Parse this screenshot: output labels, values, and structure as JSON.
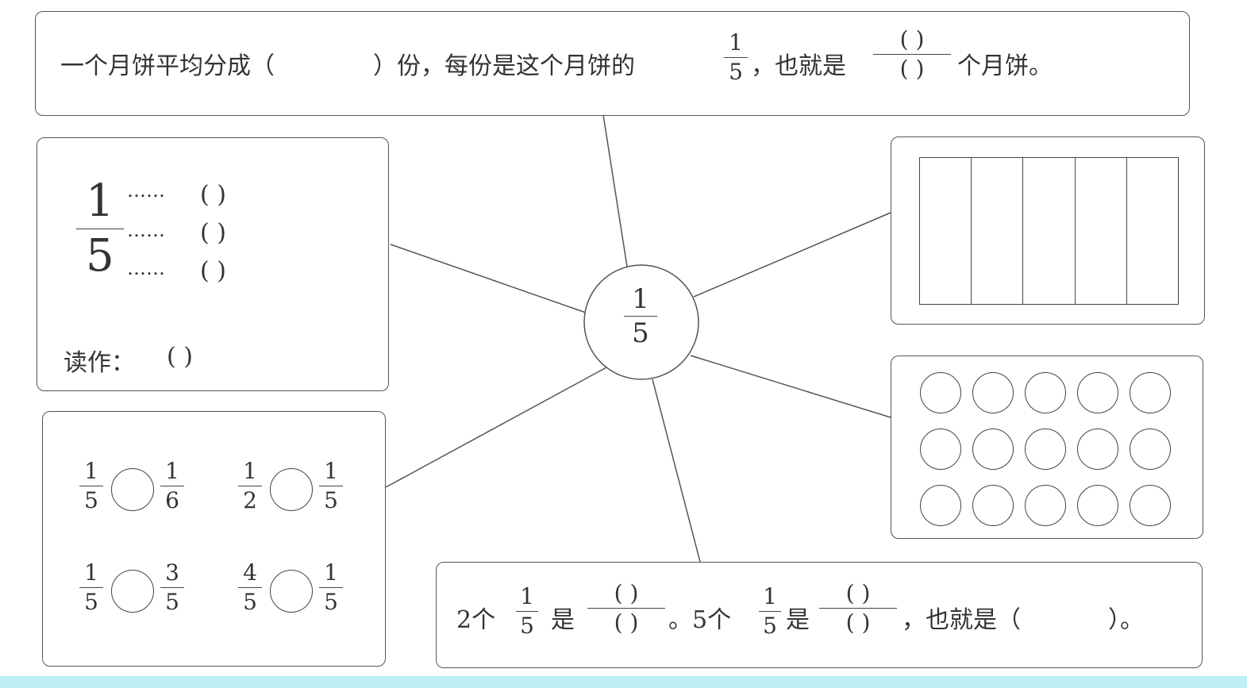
{
  "center": {
    "numerator": "1",
    "denominator": "5"
  },
  "top_box": {
    "part1": "一个月饼平均分成（",
    "part2": "）份，每份是这个月饼的",
    "frac_num": "1",
    "frac_den": "5",
    "part3": "，也就是",
    "blank_num": "(    )",
    "blank_den": "(    )",
    "part4": "个月饼。"
  },
  "left_box": {
    "numerator": "1",
    "denominator": "5",
    "dots": "……",
    "blank": "(          )",
    "read_label": "读作：",
    "read_blank": "(                    )"
  },
  "compare_box": {
    "items": [
      {
        "left_num": "1",
        "left_den": "5",
        "right_num": "1",
        "right_den": "6"
      },
      {
        "left_num": "1",
        "left_den": "2",
        "right_num": "1",
        "right_den": "5"
      },
      {
        "left_num": "1",
        "left_den": "5",
        "right_num": "3",
        "right_den": "5"
      },
      {
        "left_num": "4",
        "left_den": "5",
        "right_num": "1",
        "right_den": "5"
      }
    ]
  },
  "bottom_box": {
    "s1": "2个",
    "f1_num": "1",
    "f1_den": "5",
    "s2": "是",
    "b1_num": "(    )",
    "b1_den": "(    )",
    "s3": "。5个",
    "f2_num": "1",
    "f2_den": "5",
    "s4": "是",
    "b2_num": "(    )",
    "b2_den": "(    )",
    "s5": "，也就是（",
    "s6": "）。"
  },
  "strip_box": {
    "strip_count": 5
  },
  "circle_box": {
    "rows": 3,
    "cols": 5
  }
}
